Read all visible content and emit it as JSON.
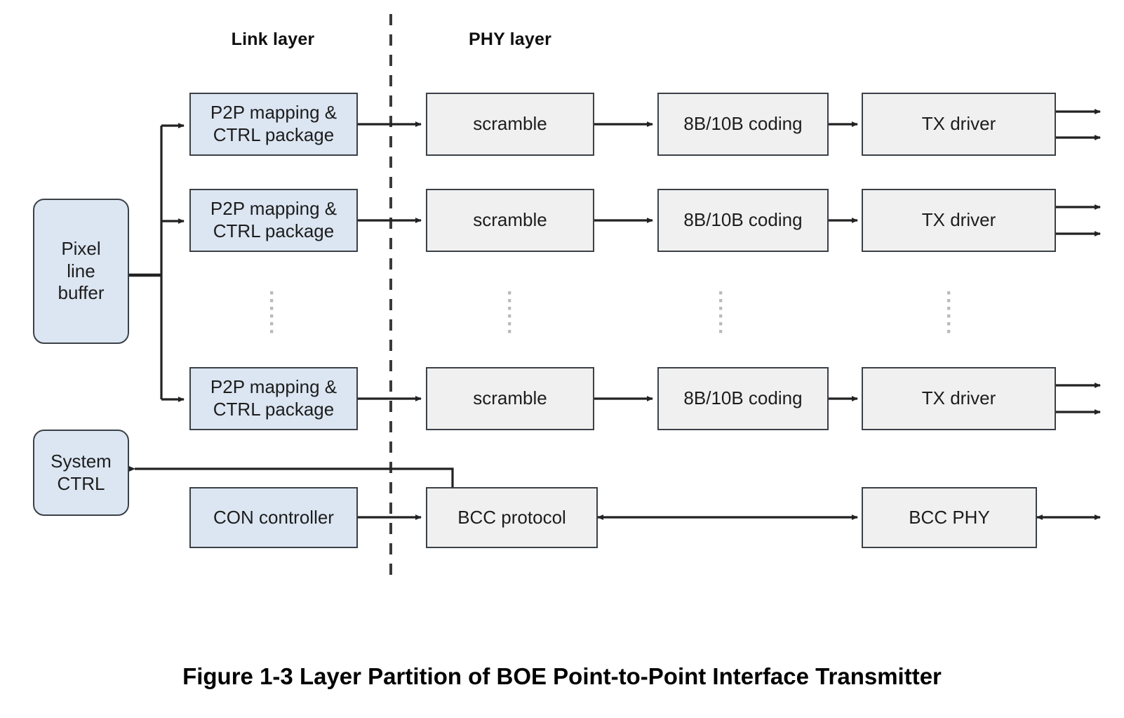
{
  "figure": {
    "caption": "Figure 1-3 Layer Partition of BOE Point-to-Point Interface Transmitter",
    "divider": "dashed-layer-divider"
  },
  "headers": {
    "link_layer": "Link layer",
    "phy_layer": "PHY layer"
  },
  "colors": {
    "blue_fill": "#dce6f2",
    "gray_fill": "#f0f0f0",
    "border": "#3b4147",
    "wire": "#222222",
    "ellipsis": "#b9b9b9",
    "background": "#ffffff"
  },
  "blocks": {
    "pixel_line_buffer": "Pixel\nline\nbuffer",
    "pixel_line_buffer_l1": "Pixel",
    "pixel_line_buffer_l2": "line",
    "pixel_line_buffer_l3": "buffer",
    "system_ctrl_l1": "System",
    "system_ctrl_l2": "CTRL",
    "p2p_l1": "P2P mapping &",
    "p2p_l2": "CTRL package",
    "scramble": "scramble",
    "coding": "8B/10B coding",
    "tx_driver": "TX driver",
    "con_controller": "CON controller",
    "bcc_protocol": "BCC protocol",
    "bcc_phy": "BCC PHY"
  },
  "lanes": [
    {
      "index": 0,
      "link": {
        "line1": "P2P mapping &",
        "line2": "CTRL package"
      },
      "phy": [
        "scramble",
        "8B/10B coding",
        "TX driver"
      ],
      "outputs": 2
    },
    {
      "index": 1,
      "link": {
        "line1": "P2P mapping &",
        "line2": "CTRL package"
      },
      "phy": [
        "scramble",
        "8B/10B coding",
        "TX driver"
      ],
      "outputs": 2
    },
    {
      "index": 2,
      "link": {
        "line1": "P2P mapping &",
        "line2": "CTRL package"
      },
      "phy": [
        "scramble",
        "8B/10B coding",
        "TX driver"
      ],
      "outputs": 2
    }
  ],
  "ellipsis": {
    "glyph": "⋮",
    "count": 4,
    "columns": [
      "link",
      "scramble",
      "coding",
      "txdriver"
    ]
  },
  "control_path": {
    "con_controller": "CON controller",
    "bcc_protocol": "BCC protocol",
    "bcc_phy": "BCC PHY",
    "system_ctrl": "System CTRL"
  }
}
